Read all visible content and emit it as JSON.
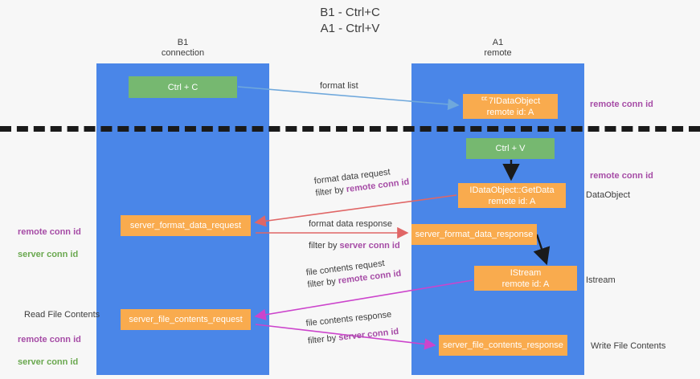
{
  "title": "B1 - Ctrl+C\nA1 - Ctrl+V",
  "lanes": [
    {
      "id": "b1",
      "label": "B1\nconnection",
      "color": "#4a86e8"
    },
    {
      "id": "a1",
      "label": "A1\nremote",
      "color": "#4a86e8"
    }
  ],
  "nodes": {
    "ctrl_c": "Ctrl + C",
    "idataobject": "ᄄ7IDataObject\nremote id: A",
    "ctrl_v": "Ctrl + V",
    "getdata": "IDataObject::GetData\nremote id: A",
    "server_format_data_request": "server_format_data_request",
    "server_format_data_response": "server_format_data_response",
    "istream": "IStream\nremote id: A",
    "server_file_contents_request": "server_file_contents_request",
    "server_file_contents_response": "server_file_contents_response"
  },
  "edges": {
    "format_list": {
      "line1": "format list"
    },
    "format_data_request": {
      "line1": "format data request",
      "filter_prefix": "filter by ",
      "filter_key": "remote conn id"
    },
    "format_data_response": {
      "line1": "format data response",
      "filter_prefix": "filter by ",
      "filter_key": "server conn id"
    },
    "file_contents_request": {
      "line1": "file contents request",
      "filter_prefix": "filter by ",
      "filter_key": "remote conn id"
    },
    "file_contents_response": {
      "line1": "file contents response",
      "filter_prefix": "filter by ",
      "filter_key": "server conn id"
    }
  },
  "annotations": {
    "left_remote_conn_id": "remote conn id",
    "left_server_conn_id": "server conn id",
    "read_file_contents": "Read File Contents",
    "left2_remote_conn_id": "remote conn id",
    "left2_server_conn_id": "server conn id",
    "right_remote_conn_id_top": "remote conn id",
    "right_remote_conn_id_mid": "remote conn id",
    "right_dataobject": "DataObject",
    "right_istream": "Istream",
    "right_write_file_contents": "Write File Contents"
  },
  "colors": {
    "lane": "#4a86e8",
    "node_green": "#76b870",
    "node_orange": "#f9ab4e",
    "remote_conn_id": "#a64ca6",
    "server_conn_id": "#6aa84f",
    "arrow_blue": "#6fa8dc",
    "arrow_red": "#e06666",
    "arrow_magenta": "#cc44cc",
    "arrow_black": "#1a1a1a",
    "background": "#f7f7f7"
  }
}
